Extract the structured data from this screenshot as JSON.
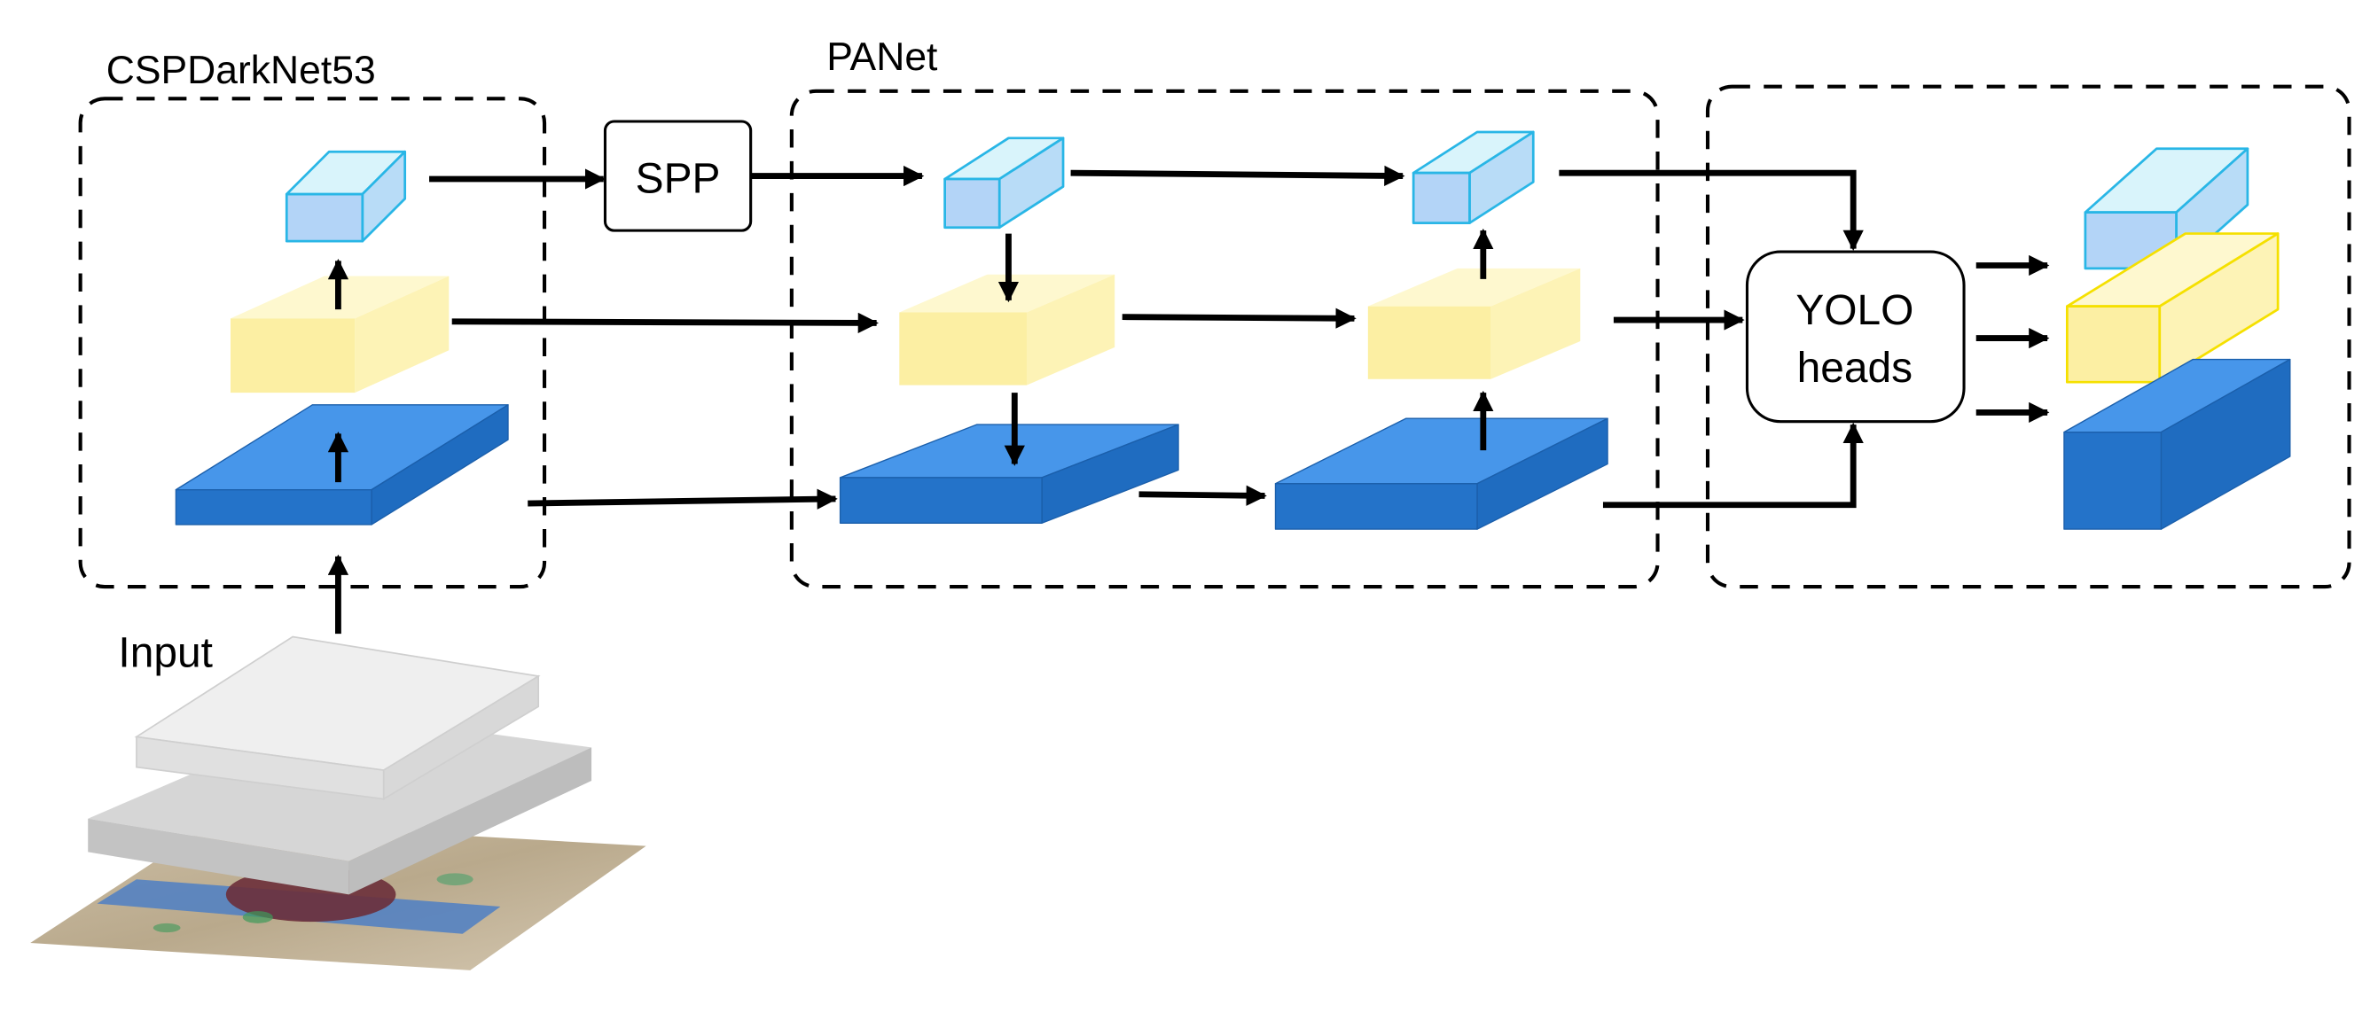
{
  "labels": {
    "backbone": "CSPDarkNet53",
    "neck": "PANet",
    "spp": "SPP",
    "heads_line1": "YOLO",
    "heads_line2": "heads",
    "input": "Input"
  },
  "colors": {
    "cyan_front": "#b3d4f7",
    "cyan_top": "#d9f4fb",
    "cyan_side": "#b8dcf7",
    "cyan_edge": "#29b6e6",
    "yellow_front": "#fcefa3",
    "yellow_top": "#fef8cf",
    "yellow_side": "#fdf3b6",
    "yellow_edge": "#f5e000",
    "blue_front": "#2473c9",
    "blue_top": "#4796ea",
    "blue_side": "#1f6cc0",
    "gray_light": "#e2e2e2",
    "gray_mid": "#cfcfcf"
  }
}
